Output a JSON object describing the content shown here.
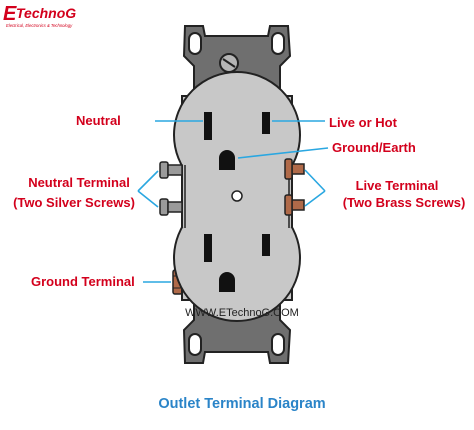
{
  "logo": {
    "initial": "E",
    "name": "TechnoG",
    "tagline": "Electrical, Electronics & Technology"
  },
  "labels": {
    "neutral": "Neutral",
    "live_or_hot": "Live or Hot",
    "ground_earth": "Ground/Earth",
    "neutral_terminal_line1": "Neutral Terminal",
    "neutral_terminal_line2": "(Two Silver Screws)",
    "live_terminal_line1": "Live Terminal",
    "live_terminal_line2": "(Two Brass Screws)",
    "ground_terminal": "Ground Terminal"
  },
  "website": "WWW.ETechnoG.COM",
  "caption": "Outlet Terminal Diagram",
  "colors": {
    "label_red": "#d3001c",
    "caption_blue": "#2a84c8",
    "pointer_line": "#2aa7e1",
    "outlet_body": "#c8c8c8",
    "mounting_strap": "#6f6f6f",
    "silver_screw": "#9a9a9a",
    "brass_screw": "#b06a49"
  }
}
